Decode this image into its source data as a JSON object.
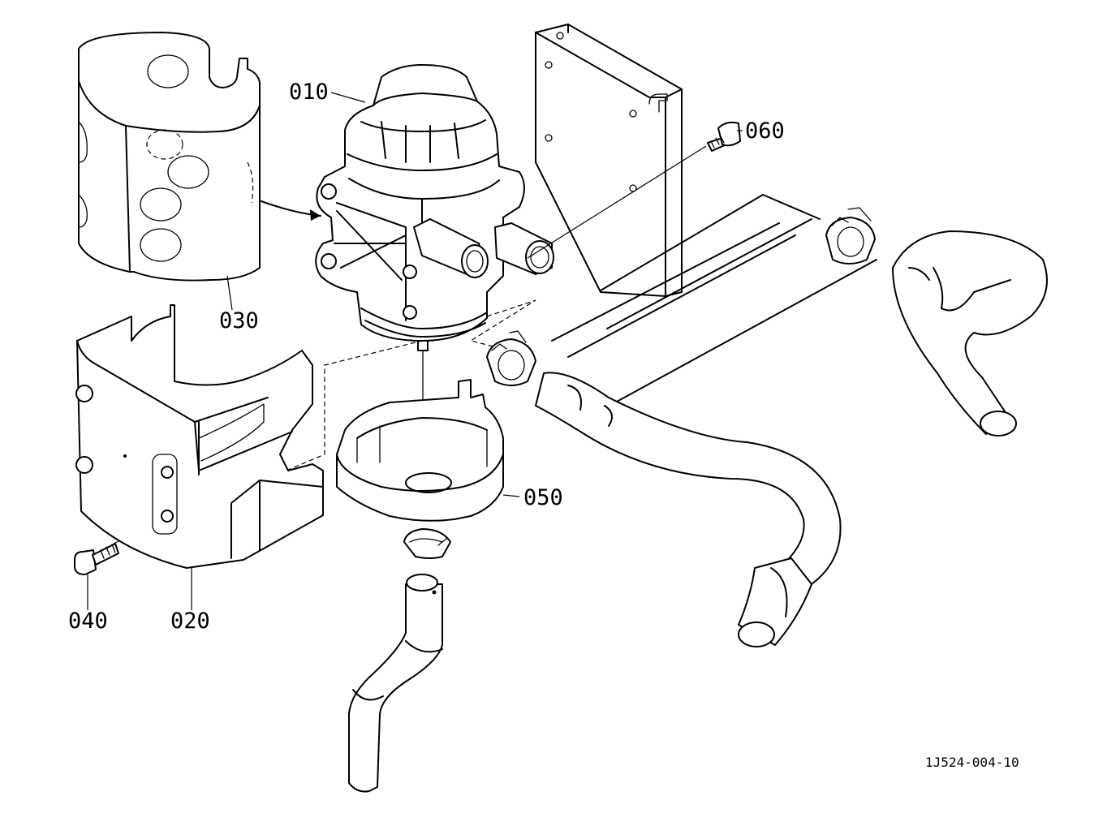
{
  "callouts": [
    {
      "id": "010",
      "label": "010"
    },
    {
      "id": "020",
      "label": "020"
    },
    {
      "id": "030",
      "label": "030"
    },
    {
      "id": "040",
      "label": "040"
    },
    {
      "id": "050",
      "label": "050"
    },
    {
      "id": "060",
      "label": "060"
    }
  ],
  "drawing_number": "1J524-004-10"
}
